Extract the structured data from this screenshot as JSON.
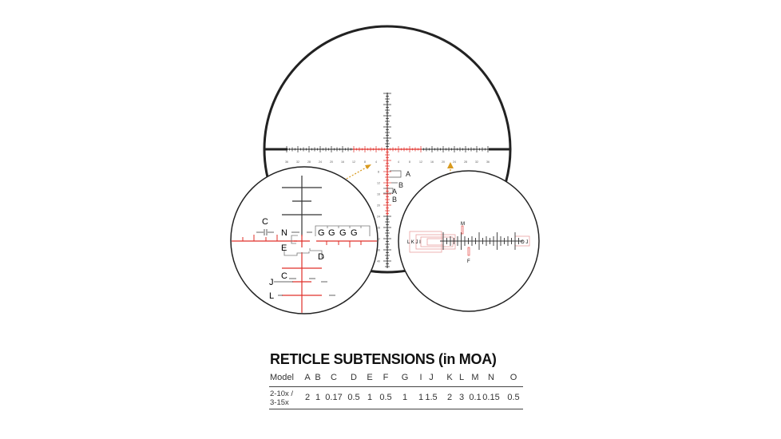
{
  "colors": {
    "reticle_red": "#e0302a",
    "reticle_black": "#222222",
    "arrow_orange": "#d89a1e",
    "box_pink": "#e8a0a0"
  },
  "reticle": {
    "horizontal_tick_labels_left": [
      "36",
      "32",
      "28",
      "24",
      "20",
      "16",
      "12",
      "8",
      "4"
    ],
    "horizontal_tick_labels_right": [
      "4",
      "8",
      "12",
      "16",
      "20",
      "24",
      "28",
      "32",
      "36"
    ],
    "vertical_tick_labels": [
      "8",
      "12",
      "16",
      "20",
      "24",
      "28",
      "32",
      "36",
      "40"
    ],
    "center_callouts": [
      "A",
      "B",
      "A",
      "B"
    ]
  },
  "left_detail": {
    "labels": {
      "C_top": "C",
      "N": "N",
      "G": [
        "G",
        "G",
        "G",
        "G"
      ],
      "E": "E",
      "D": "D",
      "C_bottom": "C",
      "J": "J",
      "L": "L"
    }
  },
  "right_detail": {
    "labels": {
      "M": "M",
      "left_group": "L K J I",
      "right_group": "O J",
      "F": "F"
    }
  },
  "table": {
    "title": "RETICLE SUBTENSIONS (in MOA)",
    "header_model": "Model",
    "columns": [
      "A",
      "B",
      "C",
      "D",
      "E",
      "F",
      "G",
      "I",
      "J",
      "K",
      "L",
      "M",
      "N",
      "O"
    ],
    "rows": [
      {
        "model": [
          "2-10x /",
          "3-15x"
        ],
        "values": [
          "2",
          "1",
          "0.17",
          "0.5",
          "1",
          "0.5",
          "1",
          "1",
          "1.5",
          "2",
          "3",
          "0.1",
          "0.15",
          "0.5"
        ]
      }
    ]
  }
}
